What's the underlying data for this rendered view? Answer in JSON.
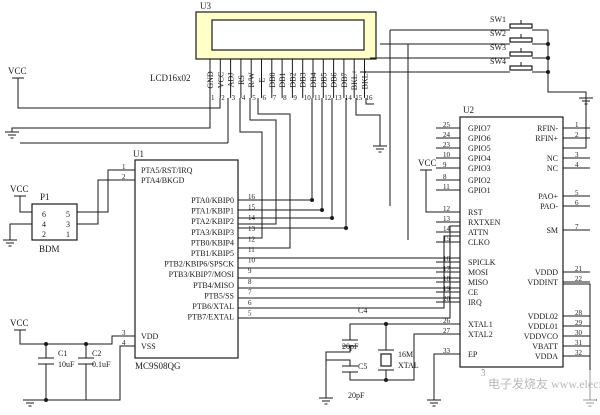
{
  "lcd": {
    "ref": "U3",
    "part": "LCD16x02",
    "pins": [
      {
        "label": "GND",
        "num": "1"
      },
      {
        "label": "VCC",
        "num": "2"
      },
      {
        "label": "ADJ",
        "num": "3"
      },
      {
        "label": "RS",
        "num": "4"
      },
      {
        "label": "R/W",
        "num": "5"
      },
      {
        "label": "E",
        "num": "6"
      },
      {
        "label": "DB0",
        "num": "7"
      },
      {
        "label": "DB1",
        "num": "8"
      },
      {
        "label": "DB2",
        "num": "9"
      },
      {
        "label": "DB3",
        "num": "10"
      },
      {
        "label": "DB4",
        "num": "11"
      },
      {
        "label": "DB5",
        "num": "12"
      },
      {
        "label": "DB6",
        "num": "13"
      },
      {
        "label": "DB7",
        "num": "14"
      },
      {
        "label": "BKL+",
        "num": "15"
      },
      {
        "label": "BKL-",
        "num": "16"
      }
    ]
  },
  "mcu": {
    "ref": "U1",
    "part": "MC9S08QG",
    "left_pins": [
      {
        "label": "PTA5/RST/IRQ",
        "num": "1"
      },
      {
        "label": "PTA4/BKGD",
        "num": "2"
      },
      {
        "label": "VDD",
        "num": "3"
      },
      {
        "label": "VSS",
        "num": "4"
      }
    ],
    "right_pins": [
      {
        "label": "PTA0/KBIP0",
        "num": "16"
      },
      {
        "label": "PTA1/KBIP1",
        "num": "15"
      },
      {
        "label": "PTA2/KBIP2",
        "num": "14"
      },
      {
        "label": "PTA3/KBIP3",
        "num": "13"
      },
      {
        "label": "PTB0/KBIP4",
        "num": "12"
      },
      {
        "label": "PTB1/KBIP5",
        "num": "11"
      },
      {
        "label": "PTB2/KBIP6/SPSCK",
        "num": "10"
      },
      {
        "label": "PTB3/KBIP7/MOSI",
        "num": "9"
      },
      {
        "label": "PTB4/MISO",
        "num": "8"
      },
      {
        "label": "PTB5/SS",
        "num": "7"
      },
      {
        "label": "PTB6/XTAL",
        "num": "6"
      },
      {
        "label": "PTB7/EXTAL",
        "num": "5"
      }
    ]
  },
  "rf": {
    "ref": "U2",
    "part_partial": "3",
    "left_pins": [
      {
        "label": "GPIO7",
        "num": "25"
      },
      {
        "label": "GPIO6",
        "num": "24"
      },
      {
        "label": "GPIO5",
        "num": "23"
      },
      {
        "label": "GPIO4",
        "num": "10"
      },
      {
        "label": "GPIO3",
        "num": "9"
      },
      {
        "label": "GPIO2",
        "num": "8"
      },
      {
        "label": "GPIO1",
        "num": "11"
      },
      {
        "label": "RST",
        "num": "12"
      },
      {
        "label": "RXTXEN",
        "num": "13"
      },
      {
        "label": "ATTN",
        "num": "14"
      },
      {
        "label": "CLKO",
        "num": "15"
      },
      {
        "label": "SPICLK",
        "num": "16"
      },
      {
        "label": "MOSI",
        "num": "17"
      },
      {
        "label": "MISO",
        "num": "18"
      },
      {
        "label": "CE",
        "num": "19"
      },
      {
        "label": "IRQ",
        "num": "20"
      },
      {
        "label": "XTAL1",
        "num": "26"
      },
      {
        "label": "XTAL2",
        "num": "27"
      },
      {
        "label": "EP",
        "num": "33"
      }
    ],
    "right_pins": [
      {
        "label": "RFIN-",
        "num": "1"
      },
      {
        "label": "RFIN+",
        "num": "2"
      },
      {
        "label": "NC",
        "num": "3"
      },
      {
        "label": "NC",
        "num": "4"
      },
      {
        "label": "PAO+",
        "num": "5"
      },
      {
        "label": "PAO-",
        "num": "6"
      },
      {
        "label": "SM",
        "num": "7"
      },
      {
        "label": "VDDD",
        "num": "21"
      },
      {
        "label": "VDDINT",
        "num": "22"
      },
      {
        "label": "VDDL02",
        "num": "28"
      },
      {
        "label": "VDDL01",
        "num": "29"
      },
      {
        "label": "VDDVCO",
        "num": "30"
      },
      {
        "label": "VBATT",
        "num": "31"
      },
      {
        "label": "VDDA",
        "num": "32"
      }
    ]
  },
  "bdm": {
    "ref": "P1",
    "name": "BDM",
    "pins_left": [
      "6",
      "4",
      "2"
    ],
    "pins_right": [
      "5",
      "3",
      "1"
    ]
  },
  "switches": [
    "SW1",
    "SW2",
    "SW3",
    "SW4"
  ],
  "passives": {
    "c1": {
      "ref": "C1",
      "value": "10uF"
    },
    "c2": {
      "ref": "C2",
      "value": "0.1uF"
    },
    "c4": {
      "ref": "C4",
      "value": "20pF"
    },
    "c5": {
      "ref": "C5",
      "value": "20pF"
    },
    "xtal": {
      "value": "16M",
      "name": "XTAL"
    }
  },
  "power_labels": {
    "vcc_top_left": "VCC",
    "vcc_bdm": "VCC",
    "vcc_mcu": "VCC",
    "vcc_rf": "VCC"
  },
  "watermark": "电子发烧友 www.elecfans.com"
}
